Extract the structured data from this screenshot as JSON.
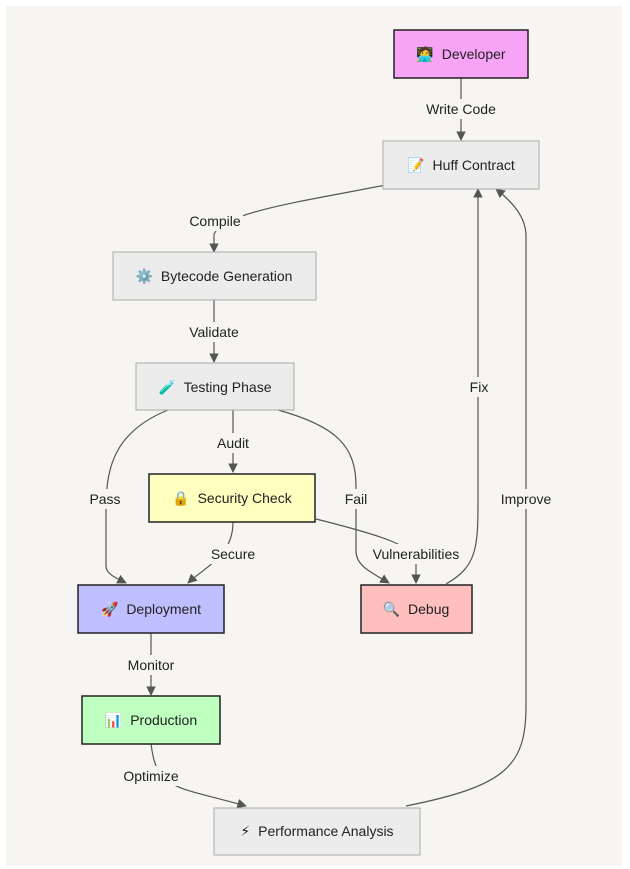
{
  "nodes": {
    "developer": {
      "icon": "🧑‍💻",
      "label": "Developer",
      "color": "#f7a4f7"
    },
    "huff": {
      "icon": "📝",
      "label": "Huff Contract",
      "color": "#ececec"
    },
    "bytecode": {
      "icon": "⚙️",
      "label": "Bytecode Generation",
      "color": "#ececec"
    },
    "testing": {
      "icon": "🧪",
      "label": "Testing Phase",
      "color": "#ececec"
    },
    "security": {
      "icon": "🔒",
      "label": "Security Check",
      "color": "#ffffbf"
    },
    "deployment": {
      "icon": "🚀",
      "label": "Deployment",
      "color": "#bfbfff"
    },
    "debug": {
      "icon": "🔍",
      "label": "Debug",
      "color": "#ffbfbf"
    },
    "production": {
      "icon": "📊",
      "label": "Production",
      "color": "#bfffbf"
    },
    "performance": {
      "icon": "⚡",
      "label": "Performance Analysis",
      "color": "#ececec"
    }
  },
  "edges": {
    "write_code": "Write Code",
    "compile": "Compile",
    "validate": "Validate",
    "audit": "Audit",
    "pass": "Pass",
    "fail": "Fail",
    "fix": "Fix",
    "improve": "Improve",
    "secure": "Secure",
    "vulnerabilities": "Vulnerabilities",
    "monitor": "Monitor",
    "optimize": "Optimize"
  }
}
